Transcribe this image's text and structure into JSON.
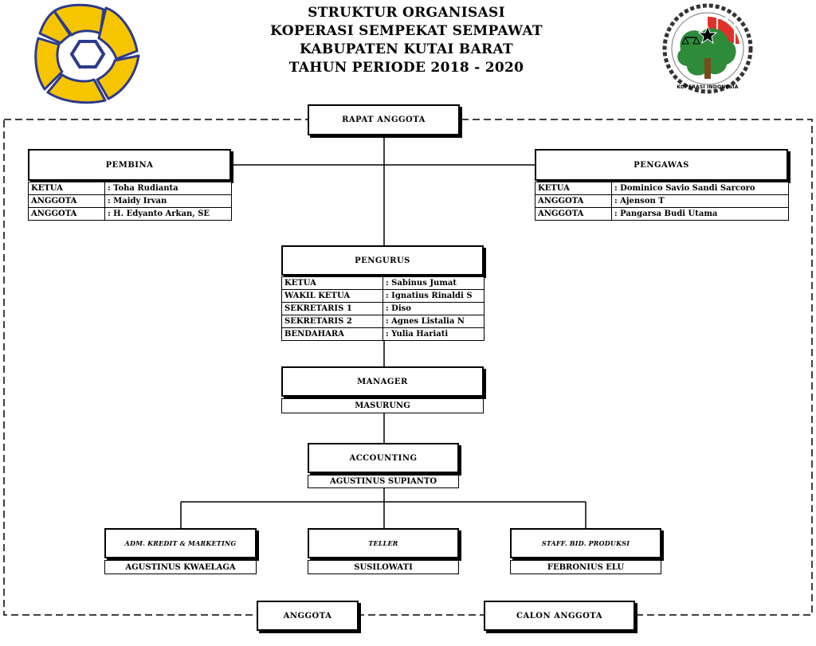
{
  "header": {
    "line1": "STRUKTUR ORGANISASI",
    "line2": "KOPERASI SEMPEKAT SEMPAWAT",
    "line3": "KABUPATEN KUTAI BARAT",
    "line4": "TAHUN PERIODE 2018 - 2020"
  },
  "logos": {
    "left_icon": "triangle-hands-logo",
    "right_icon": "koperasi-indonesia-emblem",
    "right_caption": "KOPERASI INDONESIA"
  },
  "colors": {
    "left_logo_yellow": "#f6c500",
    "left_logo_blue": "#2d3a8c",
    "right_logo_red": "#e0322b",
    "right_logo_green": "#2e8b3a"
  },
  "rapat": {
    "label": "RAPAT ANGGOTA"
  },
  "pembina": {
    "title": "PEMBINA",
    "rows": [
      {
        "role": "KETUA",
        "name": ": Toha Rudianta"
      },
      {
        "role": "ANGGOTA",
        "name": ": Maidy Irvan"
      },
      {
        "role": "ANGGOTA",
        "name": ": H. Edyanto Arkan, SE"
      }
    ]
  },
  "pengawas": {
    "title": "PENGAWAS",
    "rows": [
      {
        "role": "KETUA",
        "name": ": Dominico Savio Sandi Sarcoro"
      },
      {
        "role": "ANGGOTA",
        "name": ": Ajenson T"
      },
      {
        "role": "ANGGOTA",
        "name": ": Pangarsa Budi Utama"
      }
    ]
  },
  "pengurus": {
    "title": "PENGURUS",
    "rows": [
      {
        "role": "KETUA",
        "name": ": Sabinus Jumat"
      },
      {
        "role": "WAKIL KETUA",
        "name": ": Ignatius Rinaldi S"
      },
      {
        "role": "SEKRETARIS 1",
        "name": ": Diso"
      },
      {
        "role": "SEKRETARIS 2",
        "name": ": Agnes Listalia N"
      },
      {
        "role": "BENDAHARA",
        "name": ": Yulia Hariati"
      }
    ]
  },
  "manager": {
    "title": "MANAGER",
    "name": "MASURUNG"
  },
  "accounting": {
    "title": "ACCOUNTING",
    "name": "AGUSTINUS SUPIANTO"
  },
  "units": [
    {
      "title": "ADM. KREDIT & MARKETING",
      "name": "AGUSTINUS KWAELAGA"
    },
    {
      "title": "TELLER",
      "name": "SUSILOWATI"
    },
    {
      "title": "STAFF. BID. PRODUKSI",
      "name": "FEBRONIUS ELU"
    }
  ],
  "footer": {
    "anggota": "ANGGOTA",
    "calon_anggota": "CALON ANGGOTA"
  }
}
